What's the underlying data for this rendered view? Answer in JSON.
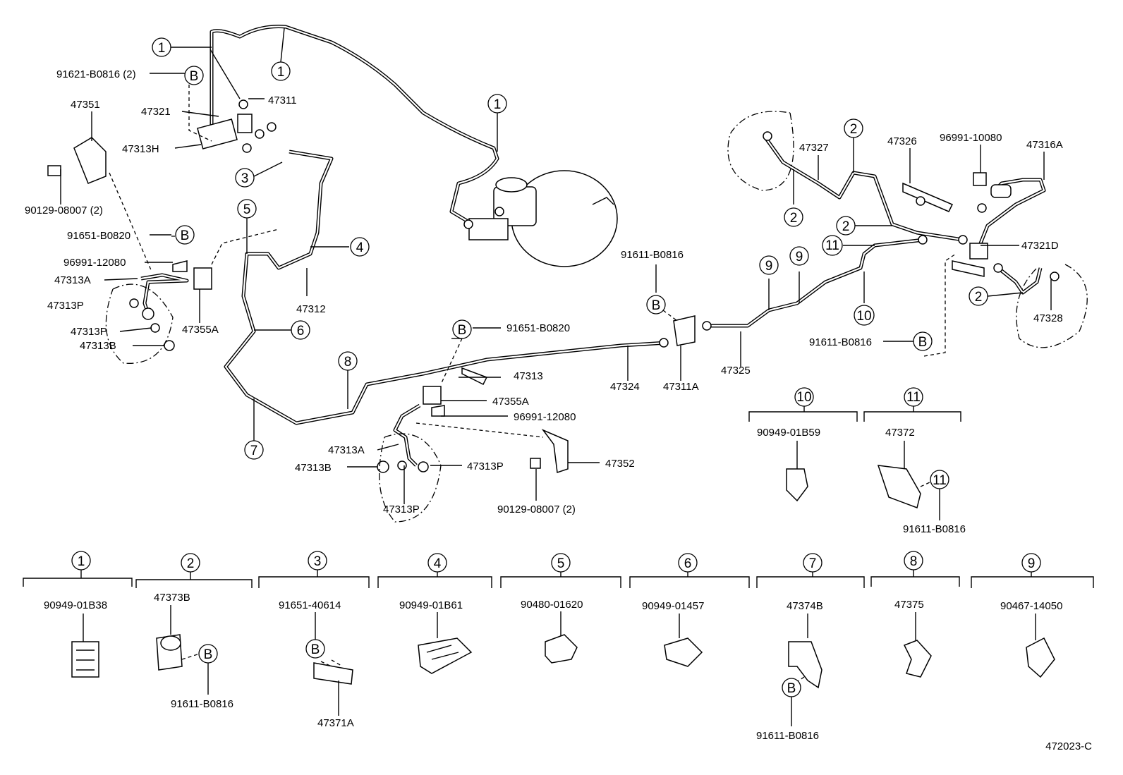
{
  "diagram_code": "472023-C",
  "callout_labels": [
    "1",
    "1",
    "1",
    "2",
    "2",
    "2",
    "2",
    "3",
    "4",
    "5",
    "6",
    "7",
    "8",
    "9",
    "9",
    "10",
    "11",
    "B",
    "B",
    "B",
    "B"
  ],
  "part_numbers": {
    "p1": "91621-B0816 (2)",
    "p2": "47311",
    "p3": "47321",
    "p4": "47313H",
    "p5": "47351",
    "p6": "90129-08007 (2)",
    "p7": "91651-B0820",
    "p8": "96991-12080",
    "p9": "47313A",
    "p10": "47313P",
    "p11": "47313P",
    "p12": "47313B",
    "p13": "47355A",
    "p14": "47312",
    "p15": "91651-B0820",
    "p16": "47313",
    "p17": "47355A",
    "p18": "96991-12080",
    "p19": "47313A",
    "p20": "47313B",
    "p21": "47313P",
    "p22": "47313P",
    "p23": "47352",
    "p24": "90129-08007 (2)",
    "p25": "47324",
    "p26": "47311A",
    "p27": "91611-B0816",
    "p28": "47325",
    "p29": "47327",
    "p30": "47326",
    "p31": "96991-10080",
    "p32": "47316A",
    "p33": "47321D",
    "p34": "47328",
    "p35": "91611-B0816"
  },
  "details": [
    {
      "callout": "1",
      "part": "90949-01B38"
    },
    {
      "callout": "2",
      "part": "47373B",
      "sub": "91611-B0816"
    },
    {
      "callout": "3",
      "part": "91651-40614",
      "sub": "47371A"
    },
    {
      "callout": "4",
      "part": "90949-01B61"
    },
    {
      "callout": "5",
      "part": "90480-01620"
    },
    {
      "callout": "6",
      "part": "90949-01457"
    },
    {
      "callout": "7",
      "part": "47374B",
      "sub": "91611-B0816"
    },
    {
      "callout": "8",
      "part": "47375"
    },
    {
      "callout": "9",
      "part": "90467-14050"
    },
    {
      "callout": "10",
      "part": "90949-01B59"
    },
    {
      "callout": "11",
      "part": "47372",
      "sub": "91611-B0816"
    }
  ],
  "callout_b": "B"
}
